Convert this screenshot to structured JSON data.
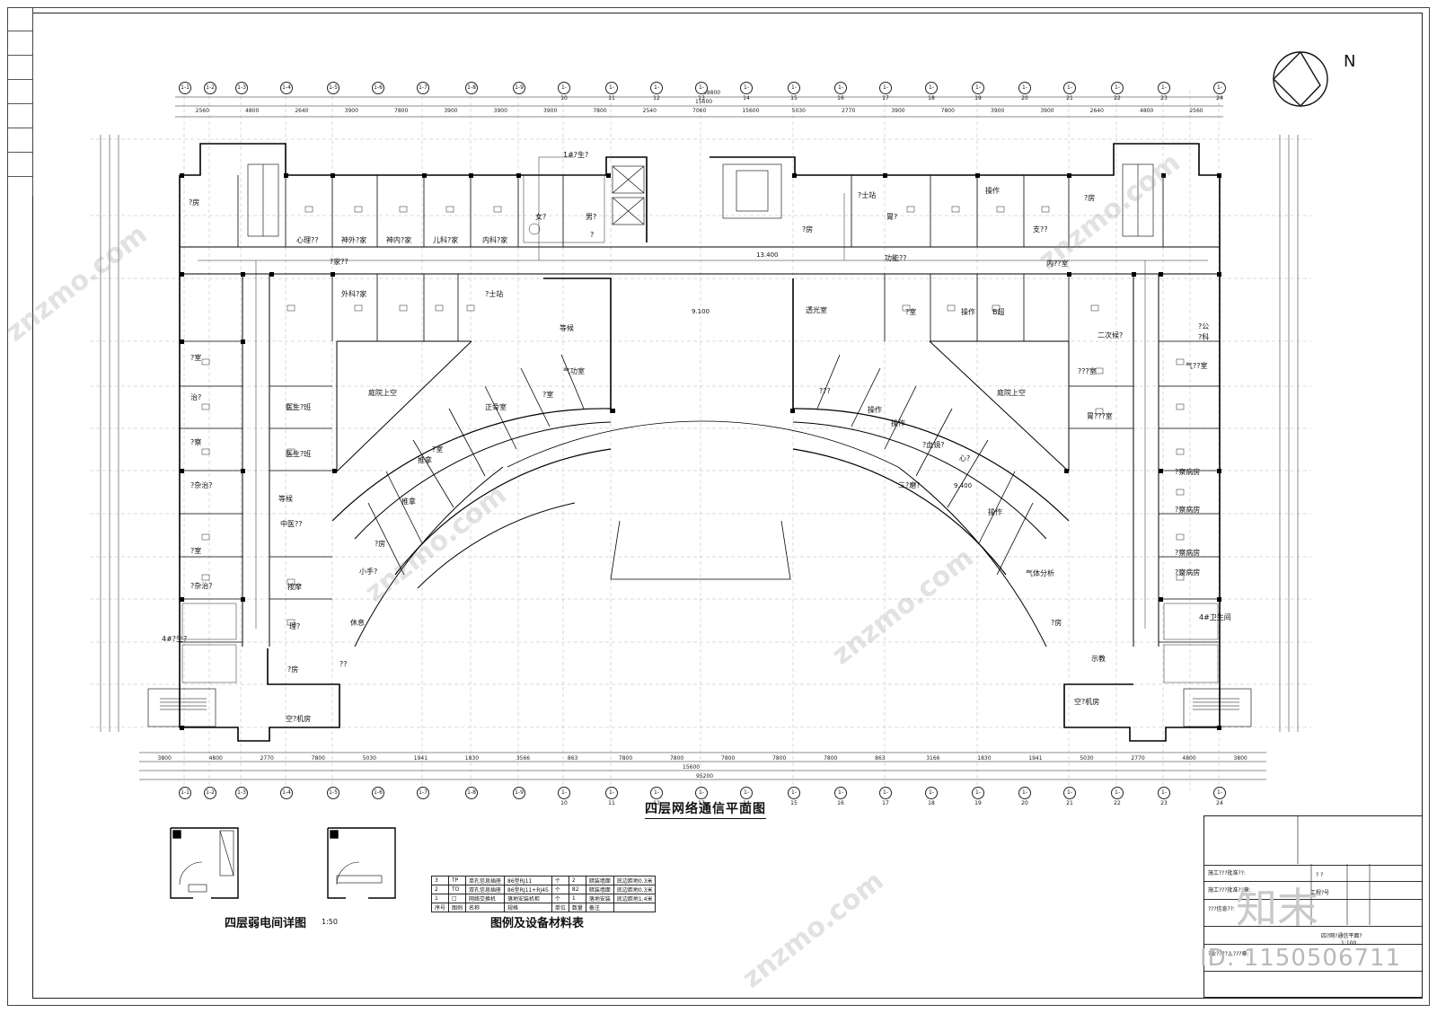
{
  "drawing": {
    "main_title": "四层网络通信平面图",
    "detail_title": "四层弱电间详图",
    "detail_scale": "1:50",
    "legend_title": "图例及设备材料表",
    "north": "N",
    "total_top": "88800",
    "total_bottom": "95200",
    "mid_top": "15600",
    "mid_bottom": "15600",
    "level_main": "13.400",
    "level_inner": "9.100",
    "level_right": "9.400"
  },
  "grid_top": [
    "1-1",
    "1-2",
    "1-3",
    "1-4",
    "1-5",
    "1-6",
    "1-7",
    "1-8",
    "1-9",
    "1-10",
    "1-11",
    "1-12",
    "1-13",
    "1-14",
    "1-15",
    "1-16",
    "1-17",
    "1-18",
    "1-19",
    "1-20",
    "1-21",
    "1-22",
    "1-23",
    "1-24"
  ],
  "dims_top": [
    "2560",
    "4800",
    "2640",
    "3900",
    "7800",
    "3900",
    "3900",
    "3900",
    "7800",
    "2540",
    "7060",
    "15600",
    "5030",
    "2770",
    "3900",
    "7800",
    "3900",
    "3900",
    "2640",
    "4800",
    "2560"
  ],
  "dims_bottom": [
    "3800",
    "4800",
    "2770",
    "7800",
    "5030",
    "1941",
    "1830",
    "3566",
    "863",
    "7800",
    "7800",
    "7800",
    "7800",
    "7800",
    "863",
    "3166",
    "1830",
    "1941",
    "5030",
    "2770",
    "4800",
    "3800"
  ],
  "rooms_left": [
    "?房",
    "心理??",
    "神外?家",
    "神内?家",
    "儿科?家",
    "内科?家",
    "?家??",
    "外科?家",
    "?士站",
    "医生?班",
    "?室",
    "治?",
    "?察",
    "?杂治?",
    "?室",
    "?杂治?",
    "医生?班",
    "等候",
    "中医??",
    "按摩",
    "理?",
    "?房",
    "空?机房",
    "4#?生?",
    "??",
    "休息",
    "?房",
    "小手?",
    "推拿",
    "推拿",
    "?室",
    "正骨室",
    "?室",
    "气功室",
    "等候",
    "庭院上空"
  ],
  "rooms_right": [
    "?房",
    "?士站",
    "胃?",
    "操作",
    "?房",
    "支??",
    "功能??",
    "内??室",
    "?公",
    "?科",
    "透光室",
    "?室",
    "操作",
    "B超",
    "二次候?",
    "???室",
    "胃???室",
    "气??室",
    "庭院上空",
    "?察病房",
    "?察病房",
    "?察病房",
    "?察病房",
    "操作",
    "操作",
    "?血镜?",
    "心?",
    "操作",
    "三?磨?",
    "气体分析",
    "?房",
    "示教",
    "空?机房",
    "4#卫生间",
    "???",
    "1#?生?",
    "女?",
    "男?",
    "?"
  ],
  "legend": {
    "rows": [
      {
        "no": "3",
        "sym": "TP",
        "name": "单孔信息插座",
        "model": "86型RJ11",
        "unit": "个",
        "qty": "2",
        "note1": "暗装墙面",
        "note2": "底边距地0.3米"
      },
      {
        "no": "2",
        "sym": "TO",
        "name": "双孔信息插座",
        "model": "86型RJ11+RJ45",
        "unit": "个",
        "qty": "82",
        "note1": "暗装墙面",
        "note2": "底边距地0.3米"
      },
      {
        "no": "1",
        "sym": "□",
        "name": "网络交换机",
        "model": "落地安装机柜",
        "unit": "个",
        "qty": "1",
        "note1": "落地安装",
        "note2": "底边距地1.4米"
      }
    ],
    "header": {
      "no": "序号",
      "sym": "图例",
      "name": "名称",
      "model": "规格",
      "unit": "单位",
      "qty": "数量",
      "note": "备注"
    }
  },
  "title_block": {
    "r1": "施工???批准??:",
    "r2": "施工???批准??章:",
    "r3": "???信息??:",
    "r4": "?业????入???章:",
    "project": "四?网?通信平面?",
    "label_a": "?  ?",
    "label_b": "工程?号",
    "scale": "1:100"
  },
  "watermark": {
    "id_text": "ID: 1150506711",
    "logo": "知末",
    "site": "znzmo.com"
  },
  "colors": {
    "line": "#1a1a1a",
    "wall": "#000000",
    "light": "#555555"
  }
}
